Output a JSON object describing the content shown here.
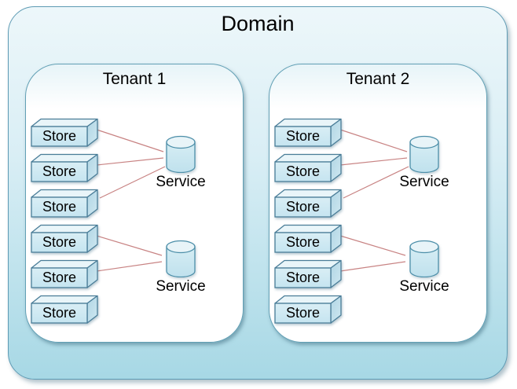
{
  "diagram": {
    "title": "Domain",
    "tenants": [
      {
        "title": "Tenant 1",
        "stores": [
          "Store",
          "Store",
          "Store",
          "Store",
          "Store",
          "Store"
        ],
        "services": [
          "Service",
          "Service"
        ],
        "connections": [
          {
            "service_index": 0,
            "store_indexes": [
              0,
              1,
              2
            ]
          },
          {
            "service_index": 1,
            "store_indexes": [
              3,
              4
            ]
          }
        ]
      },
      {
        "title": "Tenant 2",
        "stores": [
          "Store",
          "Store",
          "Store",
          "Store",
          "Store",
          "Store"
        ],
        "services": [
          "Service",
          "Service"
        ],
        "connections": [
          {
            "service_index": 0,
            "store_indexes": [
              0,
              1,
              2
            ]
          },
          {
            "service_index": 1,
            "store_indexes": [
              3,
              4
            ]
          }
        ]
      }
    ],
    "colors": {
      "domain_fill_top": "#edf7fa",
      "domain_fill_bottom": "#a7d8e5",
      "domain_border": "#5e9bb4",
      "tenant_fill": "#ffffff",
      "tenant_border": "#62a0b5",
      "node_fill": "#cfe9f2",
      "node_border": "#4a7d98",
      "connector": "#c88383",
      "text": "#000000"
    }
  }
}
